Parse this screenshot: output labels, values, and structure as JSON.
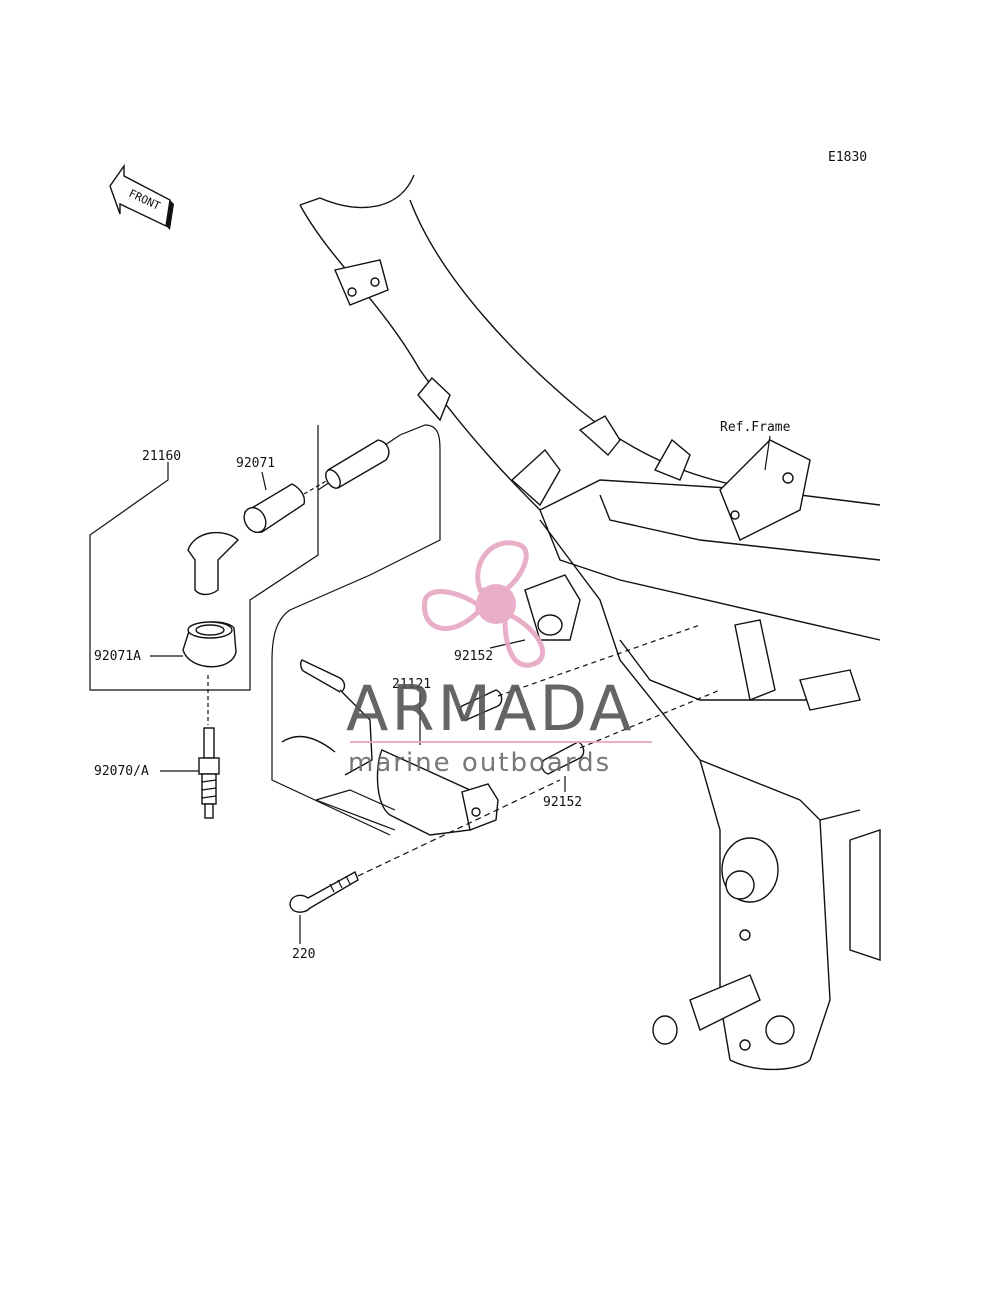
{
  "diagram_code": "E1830",
  "front_label": "FRONT",
  "ref_frame_label": "Ref.Frame",
  "parts": {
    "coil_assembly": "21160",
    "cap_upper": "92071",
    "cap_lower": "92071A",
    "spark_plug": "92070/A",
    "ignition_coil": "21121",
    "spacer_upper": "92152",
    "spacer_lower": "92152",
    "bolt": "220"
  },
  "watermark": {
    "title": "ARMADA",
    "subtitle": "marine outboards",
    "accent_color": "#e7a7c4",
    "text_color": "#555555"
  }
}
